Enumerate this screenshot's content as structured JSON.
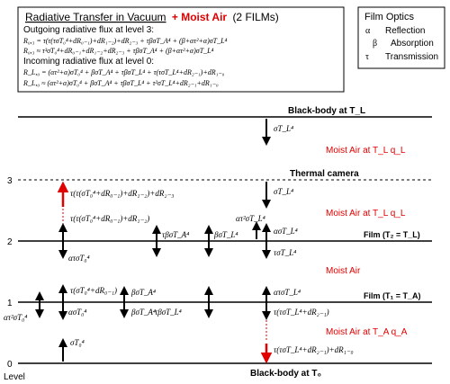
{
  "header_box": {
    "title_part1": "Radiative Transfer in Vacuum",
    "title_part2": "+ Moist Air",
    "title_part3": "(2 FILMs)",
    "outgoing_heading": "Outgoing radiative flux at level 3:",
    "outgoing_eq1": "R₀,₃ = τ(τ(τσT₀⁴+dR₀₋₁)+dR₁₋₂)+dR₂₋₃  + τβσT_A⁴ + (β+ατ²+α)σT_L⁴",
    "outgoing_eq2": "R₀,₃ ≈ τ³σT₀⁴+dR₀₋₁+dR₁₋₂+dR₂₋₃  + τβσT_A⁴ + (β+ατ²+α)σT_L⁴",
    "incoming_heading": "Incoming radiative flux at level 0:",
    "incoming_eq1": "R_L,₀ = (ατ²+α)σT₀⁴ + βσT_A⁴ + τβσT_L⁴ + τ(τσT_L⁴+dR₂₋₁)+dR₁₋₀",
    "incoming_eq2": "R_L,₀ ≈ (ατ²+α)σT₀⁴ + βσT_A⁴ + τβσT_L⁴ + τ²σT_L⁴+dR₂₋₁+dR₁₋₀"
  },
  "film_optics": {
    "title": "Film Optics",
    "rows": [
      {
        "symbol": "α",
        "label": "Reflection"
      },
      {
        "symbol": "β",
        "label": "Absorption"
      },
      {
        "symbol": "τ",
        "label": "Transmission"
      }
    ]
  },
  "levels": {
    "axis_label": "Level",
    "numbers": [
      "0",
      "1",
      "2",
      "3"
    ]
  },
  "lines": {
    "blackbody_top": "Black-body at T_L",
    "thermal_camera": "Thermal camera",
    "film2": "Film (T₂ = T_L)",
    "film1": "Film (T₁ = T_A)",
    "blackbody_bottom": "Black-body at T₀"
  },
  "air_layers": {
    "moist_top": "Moist Air at T_L q_L",
    "moist_camera": "Moist Air at T_L q_L",
    "moist_middle": "Moist Air",
    "moist_bottom": "Moist Air at T_A q_A"
  },
  "flux_labels": {
    "top_down": "σT_L⁴",
    "cam_down": "σT_L⁴",
    "cam_up": "τ(τ(σT₀⁴+dR₀₋₁)+dR₁₋₂)+dR₂₋₃",
    "l2_up_above": "τ(τ(σT₀⁴+dR₀₋₁)+dR₁₋₂)",
    "l2_beta_above": "τβσT_A⁴",
    "l2_beta_l": "βσT_L⁴",
    "l2_alpha_tau2": "ατ²σT_L⁴",
    "l2_alpha_right": "ασT_L⁴",
    "l2_alpha_below": "ατσT₀⁴",
    "l2_tau_below": "τσT_L⁴",
    "l1_up_above": "τ(σT₀⁴+dR₀₋₁)",
    "l1_beta_above": "βσT_A⁴",
    "l1_alpha_right_above": "ατσT_L⁴",
    "l1_alpha_tau2_left": "ατ²σT₀⁴",
    "l1_alpha_below": "ασT₀⁴",
    "l1_beta_below": "βσT_A⁴",
    "l1_tau_beta_below": "τβσT_L⁴",
    "l1_right_below": "τ(τσT_L⁴+dR₂₋₁)",
    "l0_up": "σT₀⁴",
    "l0_down": "τ(τσT_L⁴+dR₂₋₁)+dR₁₋₀"
  },
  "colors": {
    "red": "#e00000",
    "black": "#000000"
  }
}
